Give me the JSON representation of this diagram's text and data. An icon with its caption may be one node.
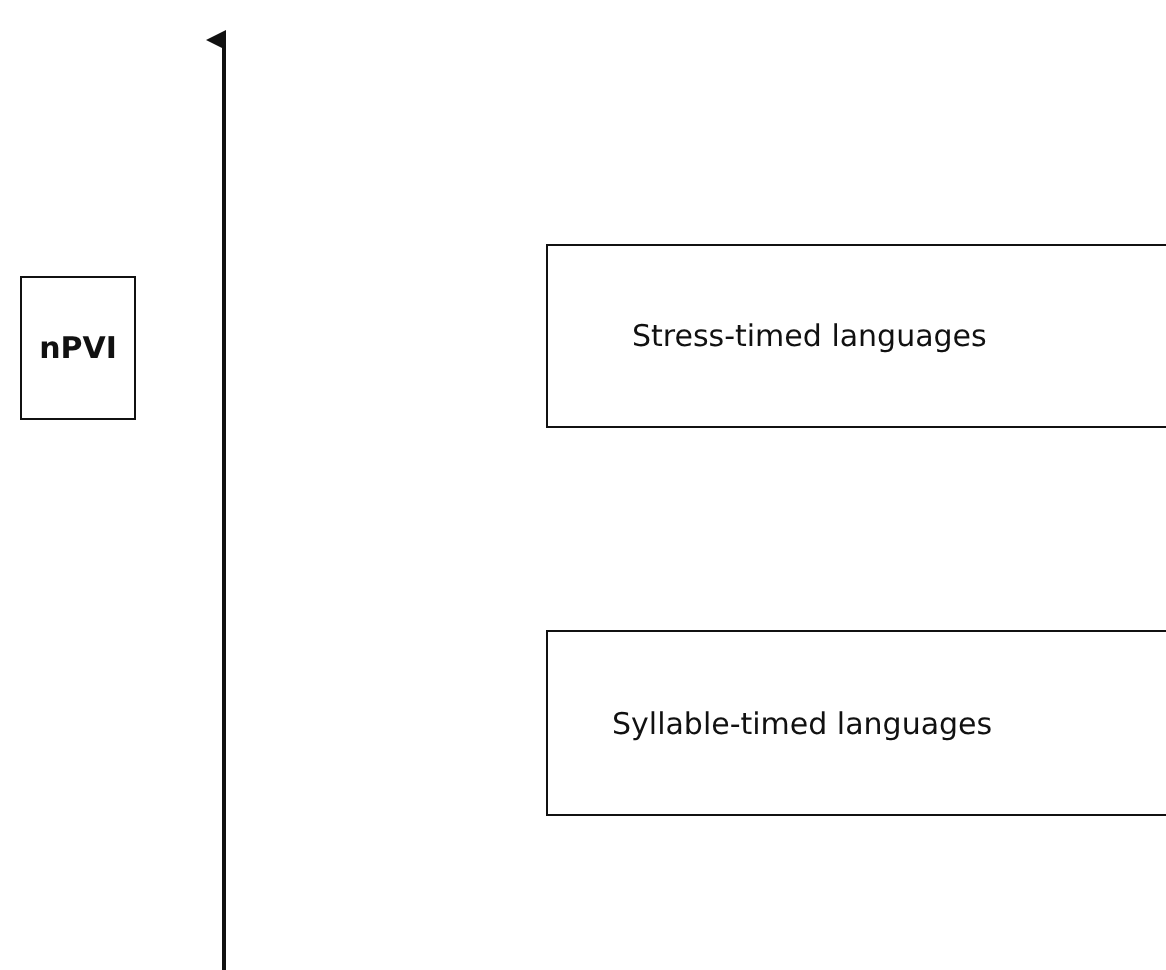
{
  "diagram": {
    "nodes": [
      {
        "text": [
          "nPVI"
        ]
      },
      {
        "text": [
          "Stress-timed languages"
        ]
      },
      {
        "text": [
          "Syllable-timed languages"
        ]
      }
    ]
  }
}
